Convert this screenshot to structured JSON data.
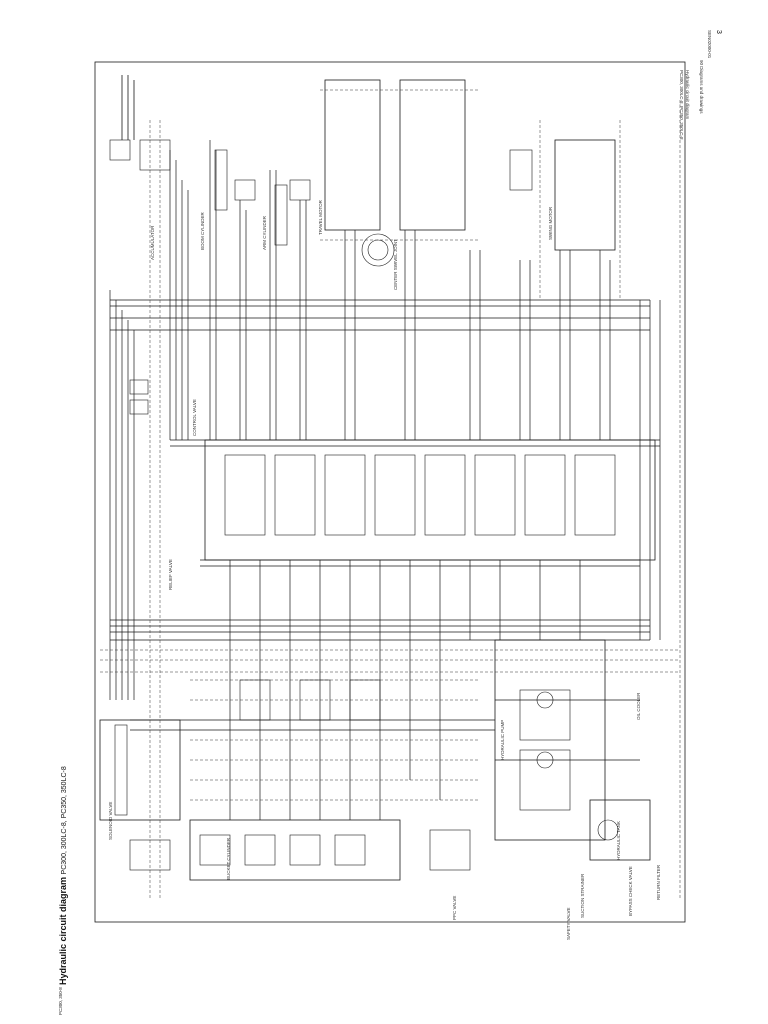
{
  "header": {
    "title": "Hydraulic circuit diagram",
    "models": "PC300, 300LC-8, PC350, 350LC-8"
  },
  "top_right": {
    "caption": "Hydraulic circuit diagram",
    "caption_models": "PC300, 300LC-8, PC350, 350LC-8",
    "doc_code": "SEN02000-01",
    "page_number": "3",
    "section": "90 Diagrams and drawings"
  },
  "footer": {
    "code": "PC300, 350-8"
  },
  "schematic": {
    "colors": {
      "line": "#1a1a1a",
      "dash": "#333333"
    },
    "labels": [
      "SWING MOTOR",
      "TRAVEL MOTOR",
      "BOOM CYLINDER",
      "ARM CYLINDER",
      "BUCKET CYLINDER",
      "CONTROL VALVE",
      "HYDRAULIC PUMP",
      "PPC VALVE",
      "HYDRAULIC TANK",
      "OIL COOLER",
      "CENTER SWIVEL JOINT",
      "ACCUMULATOR",
      "SOLENOID VALVE",
      "SAFETY VALVE",
      "RELIEF VALVE",
      "RETURN FILTER",
      "BYPASS CHECK VALVE",
      "SUCTION STRAINER"
    ]
  }
}
